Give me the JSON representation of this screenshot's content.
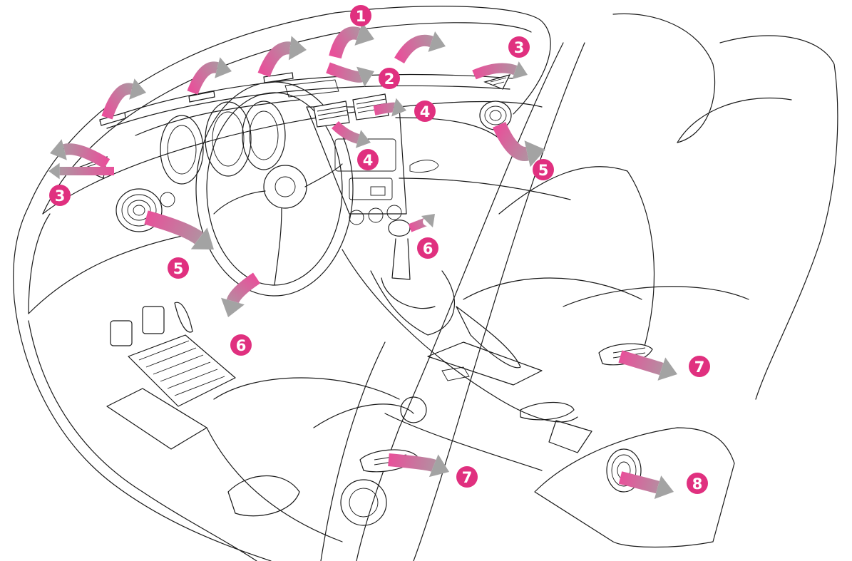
{
  "colors": {
    "airflow_pink": "#e8509a",
    "airflow_grey": "#a3a3a3",
    "marker_fill": "#e0307f",
    "marker_text": "#ffffff",
    "line": "#1a1a1a",
    "background": "#ffffff"
  },
  "markers": [
    {
      "id": "m1a",
      "label": "1"
    },
    {
      "id": "m2a",
      "label": "2"
    },
    {
      "id": "m3a",
      "label": "3"
    },
    {
      "id": "m3b",
      "label": "3"
    },
    {
      "id": "m4a",
      "label": "4"
    },
    {
      "id": "m4b",
      "label": "4"
    },
    {
      "id": "m5a",
      "label": "5"
    },
    {
      "id": "m5b",
      "label": "5"
    },
    {
      "id": "m6a",
      "label": "6"
    },
    {
      "id": "m6b",
      "label": "6"
    },
    {
      "id": "m7a",
      "label": "7"
    },
    {
      "id": "m7b",
      "label": "7"
    },
    {
      "id": "m8a",
      "label": "8"
    }
  ]
}
